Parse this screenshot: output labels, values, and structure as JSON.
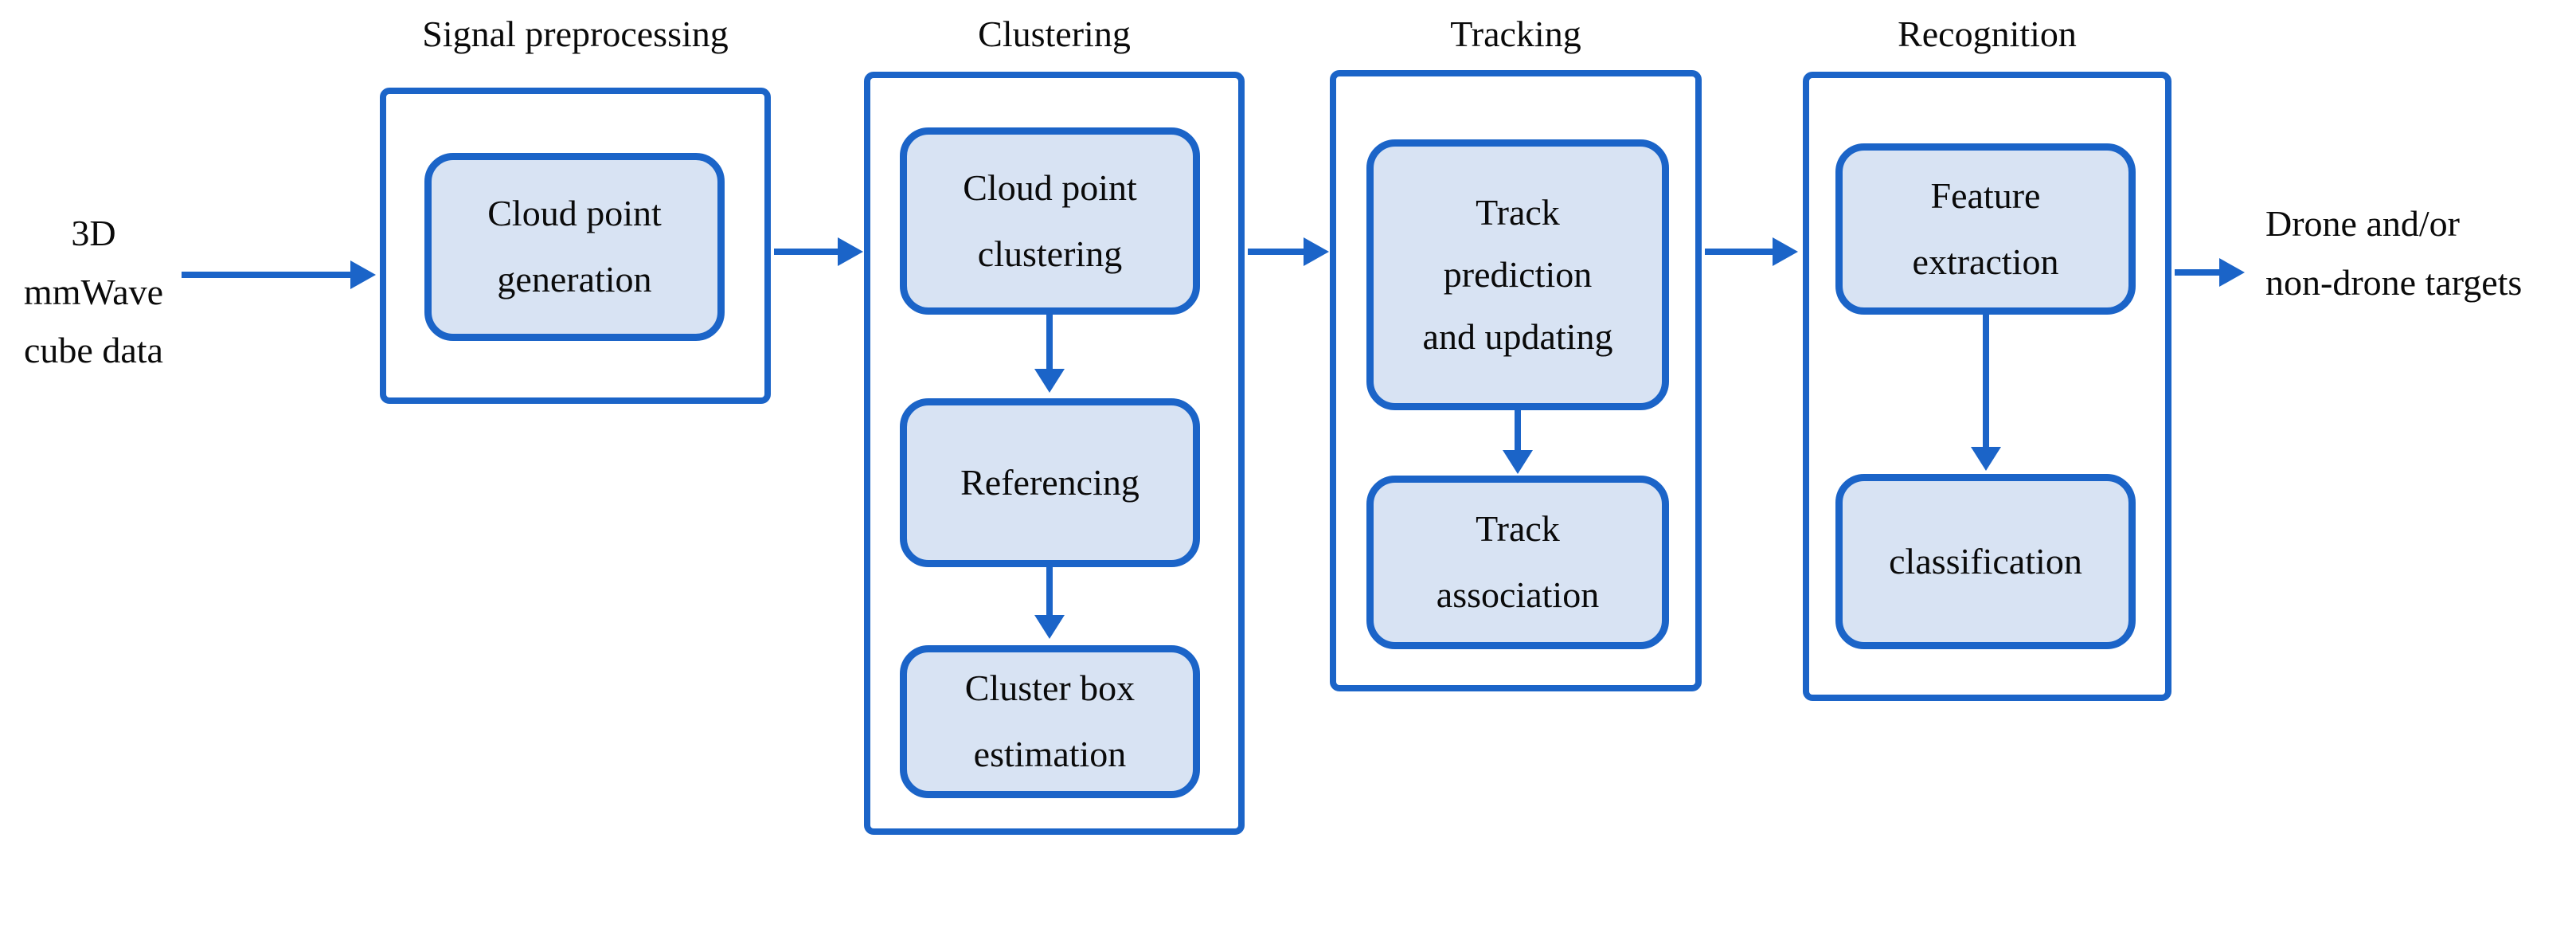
{
  "diagram": {
    "kind": "flowchart",
    "colors": {
      "line_and_border_blue": "#1b64c8",
      "step_box_fill": "#d8e3f3",
      "outer_box_fill": "#ffffff",
      "text": "#0a0a0a",
      "background": "#ffffff"
    },
    "icons": {
      "right_arrow": "arrow-right-icon",
      "down_arrow": "arrow-down-icon"
    },
    "input_label": "3D mmWave\ncube data",
    "output_label": "Drone and/or\nnon-drone targets",
    "stages": [
      {
        "title": "Signal preprocessing",
        "steps": [
          "Cloud point\ngeneration"
        ]
      },
      {
        "title": "Clustering",
        "steps": [
          "Cloud point\nclustering",
          "Referencing",
          "Cluster box\nestimation"
        ]
      },
      {
        "title": "Tracking",
        "steps": [
          "Track\nprediction\nand updating",
          "Track\nassociation"
        ]
      },
      {
        "title": "Recognition",
        "steps": [
          "Feature\nextraction",
          "classification"
        ]
      }
    ]
  }
}
